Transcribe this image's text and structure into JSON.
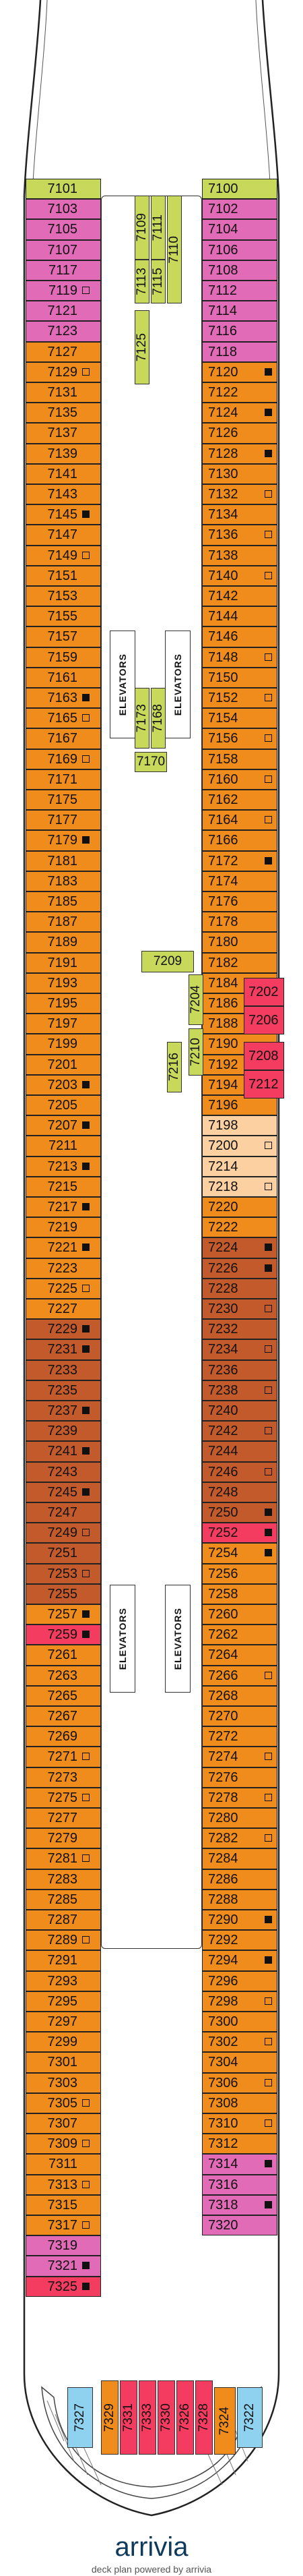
{
  "deck": {
    "colors": {
      "pink": "#e26bb8",
      "orange": "#f08c1c",
      "brown": "#c35a2c",
      "peach": "#fcd0a0",
      "red": "#f43c60",
      "blue": "#8fd2ef",
      "lime": "#c8d85a",
      "hull": "#ffffff",
      "outline": "#222222"
    },
    "legend_icons": [
      "filled-square-icon",
      "outlined-square-icon"
    ],
    "elevator_label": "ELEVATORS",
    "left_cabins": [
      {
        "n": "7101",
        "c": "lime",
        "i": ""
      },
      {
        "n": "7103",
        "c": "pink",
        "i": ""
      },
      {
        "n": "7105",
        "c": "pink",
        "i": ""
      },
      {
        "n": "7107",
        "c": "pink",
        "i": ""
      },
      {
        "n": "7117",
        "c": "pink",
        "i": ""
      },
      {
        "n": "7119",
        "c": "pink",
        "i": "box"
      },
      {
        "n": "7121",
        "c": "pink",
        "i": ""
      },
      {
        "n": "7123",
        "c": "pink",
        "i": ""
      },
      {
        "n": "7127",
        "c": "orange",
        "i": ""
      },
      {
        "n": "7129",
        "c": "orange",
        "i": "box"
      },
      {
        "n": "7131",
        "c": "orange",
        "i": ""
      },
      {
        "n": "7135",
        "c": "orange",
        "i": ""
      },
      {
        "n": "7137",
        "c": "orange",
        "i": ""
      },
      {
        "n": "7139",
        "c": "orange",
        "i": ""
      },
      {
        "n": "7141",
        "c": "orange",
        "i": ""
      },
      {
        "n": "7143",
        "c": "orange",
        "i": ""
      },
      {
        "n": "7145",
        "c": "orange",
        "i": "sq"
      },
      {
        "n": "7147",
        "c": "orange",
        "i": ""
      },
      {
        "n": "7149",
        "c": "orange",
        "i": "box"
      },
      {
        "n": "7151",
        "c": "orange",
        "i": ""
      },
      {
        "n": "7153",
        "c": "orange",
        "i": ""
      },
      {
        "n": "7155",
        "c": "orange",
        "i": ""
      },
      {
        "n": "7157",
        "c": "orange",
        "i": ""
      },
      {
        "n": "7159",
        "c": "orange",
        "i": ""
      },
      {
        "n": "7161",
        "c": "orange",
        "i": ""
      },
      {
        "n": "7163",
        "c": "orange",
        "i": "sq"
      },
      {
        "n": "7165",
        "c": "orange",
        "i": "box"
      },
      {
        "n": "7167",
        "c": "orange",
        "i": ""
      },
      {
        "n": "7169",
        "c": "orange",
        "i": "box"
      },
      {
        "n": "7171",
        "c": "orange",
        "i": ""
      },
      {
        "n": "7175",
        "c": "orange",
        "i": ""
      },
      {
        "n": "7177",
        "c": "orange",
        "i": ""
      },
      {
        "n": "7179",
        "c": "orange",
        "i": "sq"
      },
      {
        "n": "7181",
        "c": "orange",
        "i": ""
      },
      {
        "n": "7183",
        "c": "orange",
        "i": ""
      },
      {
        "n": "7185",
        "c": "orange",
        "i": ""
      },
      {
        "n": "7187",
        "c": "orange",
        "i": ""
      },
      {
        "n": "7189",
        "c": "orange",
        "i": ""
      },
      {
        "n": "7191",
        "c": "orange",
        "i": ""
      },
      {
        "n": "7193",
        "c": "orange",
        "i": ""
      },
      {
        "n": "7195",
        "c": "orange",
        "i": ""
      },
      {
        "n": "7197",
        "c": "orange",
        "i": ""
      },
      {
        "n": "7199",
        "c": "orange",
        "i": ""
      },
      {
        "n": "7201",
        "c": "orange",
        "i": ""
      },
      {
        "n": "7203",
        "c": "orange",
        "i": "sq"
      },
      {
        "n": "7205",
        "c": "orange",
        "i": ""
      },
      {
        "n": "7207",
        "c": "orange",
        "i": "sq"
      },
      {
        "n": "7211",
        "c": "orange",
        "i": ""
      },
      {
        "n": "7213",
        "c": "orange",
        "i": "sq"
      },
      {
        "n": "7215",
        "c": "orange",
        "i": ""
      },
      {
        "n": "7217",
        "c": "orange",
        "i": "sq"
      },
      {
        "n": "7219",
        "c": "orange",
        "i": ""
      },
      {
        "n": "7221",
        "c": "orange",
        "i": "sq"
      },
      {
        "n": "7223",
        "c": "orange",
        "i": ""
      },
      {
        "n": "7225",
        "c": "orange",
        "i": "box"
      },
      {
        "n": "7227",
        "c": "orange",
        "i": ""
      },
      {
        "n": "7229",
        "c": "brown",
        "i": "sq"
      },
      {
        "n": "7231",
        "c": "brown",
        "i": "sq"
      },
      {
        "n": "7233",
        "c": "brown",
        "i": ""
      },
      {
        "n": "7235",
        "c": "brown",
        "i": ""
      },
      {
        "n": "7237",
        "c": "brown",
        "i": "sq"
      },
      {
        "n": "7239",
        "c": "brown",
        "i": ""
      },
      {
        "n": "7241",
        "c": "brown",
        "i": "sq"
      },
      {
        "n": "7243",
        "c": "brown",
        "i": ""
      },
      {
        "n": "7245",
        "c": "brown",
        "i": "sq"
      },
      {
        "n": "7247",
        "c": "brown",
        "i": ""
      },
      {
        "n": "7249",
        "c": "brown",
        "i": "box"
      },
      {
        "n": "7251",
        "c": "brown",
        "i": ""
      },
      {
        "n": "7253",
        "c": "brown",
        "i": "box"
      },
      {
        "n": "7255",
        "c": "brown",
        "i": ""
      },
      {
        "n": "7257",
        "c": "orange",
        "i": "sq"
      },
      {
        "n": "7259",
        "c": "red",
        "i": "sq"
      },
      {
        "n": "7261",
        "c": "orange",
        "i": ""
      },
      {
        "n": "7263",
        "c": "orange",
        "i": ""
      },
      {
        "n": "7265",
        "c": "orange",
        "i": ""
      },
      {
        "n": "7267",
        "c": "orange",
        "i": ""
      },
      {
        "n": "7269",
        "c": "orange",
        "i": ""
      },
      {
        "n": "7271",
        "c": "orange",
        "i": "box"
      },
      {
        "n": "7273",
        "c": "orange",
        "i": ""
      },
      {
        "n": "7275",
        "c": "orange",
        "i": "box"
      },
      {
        "n": "7277",
        "c": "orange",
        "i": ""
      },
      {
        "n": "7279",
        "c": "orange",
        "i": ""
      },
      {
        "n": "7281",
        "c": "orange",
        "i": "box"
      },
      {
        "n": "7283",
        "c": "orange",
        "i": ""
      },
      {
        "n": "7285",
        "c": "orange",
        "i": ""
      },
      {
        "n": "7287",
        "c": "orange",
        "i": ""
      },
      {
        "n": "7289",
        "c": "orange",
        "i": "box"
      },
      {
        "n": "7291",
        "c": "orange",
        "i": ""
      },
      {
        "n": "7293",
        "c": "orange",
        "i": ""
      },
      {
        "n": "7295",
        "c": "orange",
        "i": ""
      },
      {
        "n": "7297",
        "c": "orange",
        "i": ""
      },
      {
        "n": "7299",
        "c": "orange",
        "i": ""
      },
      {
        "n": "7301",
        "c": "orange",
        "i": ""
      },
      {
        "n": "7303",
        "c": "orange",
        "i": ""
      },
      {
        "n": "7305",
        "c": "orange",
        "i": "box"
      },
      {
        "n": "7307",
        "c": "orange",
        "i": ""
      },
      {
        "n": "7309",
        "c": "orange",
        "i": "box"
      },
      {
        "n": "7311",
        "c": "orange",
        "i": ""
      },
      {
        "n": "7313",
        "c": "orange",
        "i": "box"
      },
      {
        "n": "7315",
        "c": "orange",
        "i": ""
      },
      {
        "n": "7317",
        "c": "orange",
        "i": "box"
      },
      {
        "n": "7319",
        "c": "pink",
        "i": ""
      },
      {
        "n": "7321",
        "c": "pink",
        "i": "sq"
      },
      {
        "n": "7325",
        "c": "red",
        "i": "sq"
      }
    ],
    "right_cabins": [
      {
        "n": "7100",
        "c": "lime",
        "i": ""
      },
      {
        "n": "7102",
        "c": "pink",
        "i": ""
      },
      {
        "n": "7104",
        "c": "pink",
        "i": ""
      },
      {
        "n": "7106",
        "c": "pink",
        "i": ""
      },
      {
        "n": "7108",
        "c": "pink",
        "i": ""
      },
      {
        "n": "7112",
        "c": "pink",
        "i": ""
      },
      {
        "n": "7114",
        "c": "pink",
        "i": ""
      },
      {
        "n": "7116",
        "c": "pink",
        "i": ""
      },
      {
        "n": "7118",
        "c": "pink",
        "i": ""
      },
      {
        "n": "7120",
        "c": "orange",
        "i": "sq"
      },
      {
        "n": "7122",
        "c": "orange",
        "i": ""
      },
      {
        "n": "7124",
        "c": "orange",
        "i": "sq"
      },
      {
        "n": "7126",
        "c": "orange",
        "i": ""
      },
      {
        "n": "7128",
        "c": "orange",
        "i": "sq"
      },
      {
        "n": "7130",
        "c": "orange",
        "i": ""
      },
      {
        "n": "7132",
        "c": "orange",
        "i": "box"
      },
      {
        "n": "7134",
        "c": "orange",
        "i": ""
      },
      {
        "n": "7136",
        "c": "orange",
        "i": "box"
      },
      {
        "n": "7138",
        "c": "orange",
        "i": ""
      },
      {
        "n": "7140",
        "c": "orange",
        "i": "box"
      },
      {
        "n": "7142",
        "c": "orange",
        "i": ""
      },
      {
        "n": "7144",
        "c": "orange",
        "i": ""
      },
      {
        "n": "7146",
        "c": "orange",
        "i": ""
      },
      {
        "n": "7148",
        "c": "orange",
        "i": "box"
      },
      {
        "n": "7150",
        "c": "orange",
        "i": ""
      },
      {
        "n": "7152",
        "c": "orange",
        "i": "box"
      },
      {
        "n": "7154",
        "c": "orange",
        "i": ""
      },
      {
        "n": "7156",
        "c": "orange",
        "i": "box"
      },
      {
        "n": "7158",
        "c": "orange",
        "i": ""
      },
      {
        "n": "7160",
        "c": "orange",
        "i": "box"
      },
      {
        "n": "7162",
        "c": "orange",
        "i": ""
      },
      {
        "n": "7164",
        "c": "orange",
        "i": "box"
      },
      {
        "n": "7166",
        "c": "orange",
        "i": ""
      },
      {
        "n": "7172",
        "c": "orange",
        "i": "sq"
      },
      {
        "n": "7174",
        "c": "orange",
        "i": ""
      },
      {
        "n": "7176",
        "c": "orange",
        "i": ""
      },
      {
        "n": "7178",
        "c": "orange",
        "i": ""
      },
      {
        "n": "7180",
        "c": "orange",
        "i": ""
      },
      {
        "n": "7182",
        "c": "orange",
        "i": ""
      },
      {
        "n": "7184",
        "c": "orange",
        "i": ""
      },
      {
        "n": "7186",
        "c": "orange",
        "i": ""
      },
      {
        "n": "7188",
        "c": "orange",
        "i": ""
      },
      {
        "n": "7190",
        "c": "orange",
        "i": ""
      },
      {
        "n": "7192",
        "c": "orange",
        "i": ""
      },
      {
        "n": "7194",
        "c": "orange",
        "i": ""
      },
      {
        "n": "7196",
        "c": "orange",
        "i": ""
      },
      {
        "n": "7198",
        "c": "peach",
        "i": ""
      },
      {
        "n": "7200",
        "c": "peach",
        "i": "box"
      },
      {
        "n": "7214",
        "c": "peach",
        "i": ""
      },
      {
        "n": "7218",
        "c": "peach",
        "i": "box"
      },
      {
        "n": "7220",
        "c": "orange",
        "i": ""
      },
      {
        "n": "7222",
        "c": "orange",
        "i": ""
      },
      {
        "n": "7224",
        "c": "brown",
        "i": "sq"
      },
      {
        "n": "7226",
        "c": "brown",
        "i": "sq"
      },
      {
        "n": "7228",
        "c": "brown",
        "i": ""
      },
      {
        "n": "7230",
        "c": "brown",
        "i": "box"
      },
      {
        "n": "7232",
        "c": "brown",
        "i": ""
      },
      {
        "n": "7234",
        "c": "brown",
        "i": "box"
      },
      {
        "n": "7236",
        "c": "brown",
        "i": ""
      },
      {
        "n": "7238",
        "c": "brown",
        "i": "box"
      },
      {
        "n": "7240",
        "c": "brown",
        "i": ""
      },
      {
        "n": "7242",
        "c": "brown",
        "i": "box"
      },
      {
        "n": "7244",
        "c": "brown",
        "i": ""
      },
      {
        "n": "7246",
        "c": "brown",
        "i": "box"
      },
      {
        "n": "7248",
        "c": "brown",
        "i": ""
      },
      {
        "n": "7250",
        "c": "brown",
        "i": "sq"
      },
      {
        "n": "7252",
        "c": "red",
        "i": "sq"
      },
      {
        "n": "7254",
        "c": "orange",
        "i": "sq"
      },
      {
        "n": "7256",
        "c": "orange",
        "i": ""
      },
      {
        "n": "7258",
        "c": "orange",
        "i": ""
      },
      {
        "n": "7260",
        "c": "orange",
        "i": ""
      },
      {
        "n": "7262",
        "c": "orange",
        "i": ""
      },
      {
        "n": "7264",
        "c": "orange",
        "i": ""
      },
      {
        "n": "7266",
        "c": "orange",
        "i": "box"
      },
      {
        "n": "7268",
        "c": "orange",
        "i": ""
      },
      {
        "n": "7270",
        "c": "orange",
        "i": ""
      },
      {
        "n": "7272",
        "c": "orange",
        "i": ""
      },
      {
        "n": "7274",
        "c": "orange",
        "i": "box"
      },
      {
        "n": "7276",
        "c": "orange",
        "i": ""
      },
      {
        "n": "7278",
        "c": "orange",
        "i": "box"
      },
      {
        "n": "7280",
        "c": "orange",
        "i": ""
      },
      {
        "n": "7282",
        "c": "orange",
        "i": "box"
      },
      {
        "n": "7284",
        "c": "orange",
        "i": ""
      },
      {
        "n": "7286",
        "c": "orange",
        "i": ""
      },
      {
        "n": "7288",
        "c": "orange",
        "i": ""
      },
      {
        "n": "7290",
        "c": "orange",
        "i": "sq"
      },
      {
        "n": "7292",
        "c": "orange",
        "i": ""
      },
      {
        "n": "7294",
        "c": "orange",
        "i": "sq"
      },
      {
        "n": "7296",
        "c": "orange",
        "i": ""
      },
      {
        "n": "7298",
        "c": "orange",
        "i": "box"
      },
      {
        "n": "7300",
        "c": "orange",
        "i": ""
      },
      {
        "n": "7302",
        "c": "orange",
        "i": "box"
      },
      {
        "n": "7304",
        "c": "orange",
        "i": ""
      },
      {
        "n": "7306",
        "c": "orange",
        "i": "box"
      },
      {
        "n": "7308",
        "c": "orange",
        "i": ""
      },
      {
        "n": "7310",
        "c": "orange",
        "i": "box"
      },
      {
        "n": "7312",
        "c": "orange",
        "i": ""
      },
      {
        "n": "7314",
        "c": "pink",
        "i": "sq"
      },
      {
        "n": "7316",
        "c": "pink",
        "i": ""
      },
      {
        "n": "7318",
        "c": "pink",
        "i": "sq"
      },
      {
        "n": "7320",
        "c": "pink",
        "i": ""
      }
    ],
    "center_cabins": [
      {
        "n": "7109",
        "c": "lime"
      },
      {
        "n": "7111",
        "c": "lime"
      },
      {
        "n": "7113",
        "c": "lime"
      },
      {
        "n": "7115",
        "c": "lime"
      },
      {
        "n": "7110",
        "c": "lime"
      },
      {
        "n": "7125",
        "c": "lime"
      },
      {
        "n": "7173",
        "c": "lime"
      },
      {
        "n": "7168",
        "c": "lime"
      },
      {
        "n": "7170",
        "c": "lime"
      },
      {
        "n": "7209",
        "c": "lime"
      },
      {
        "n": "7204",
        "c": "lime"
      },
      {
        "n": "7210",
        "c": "lime"
      },
      {
        "n": "7216",
        "c": "lime"
      }
    ],
    "starboard_suites": [
      {
        "n": "7202",
        "c": "red"
      },
      {
        "n": "7206",
        "c": "red"
      },
      {
        "n": "7208",
        "c": "red"
      },
      {
        "n": "7212",
        "c": "red"
      }
    ],
    "aft_cabins": [
      {
        "n": "7327",
        "c": "blue"
      },
      {
        "n": "7329",
        "c": "orange"
      },
      {
        "n": "7331",
        "c": "red"
      },
      {
        "n": "7333",
        "c": "red"
      },
      {
        "n": "7330",
        "c": "red"
      },
      {
        "n": "7326",
        "c": "red"
      },
      {
        "n": "7328",
        "c": "red"
      },
      {
        "n": "7324",
        "c": "orange"
      },
      {
        "n": "7322",
        "c": "blue"
      }
    ]
  },
  "footer": {
    "brand": "arrivia",
    "tagline": "deck plan powered by arrivia"
  }
}
